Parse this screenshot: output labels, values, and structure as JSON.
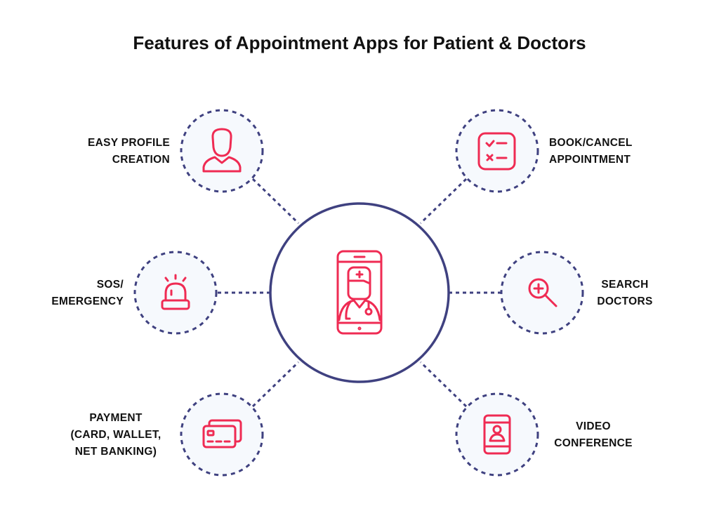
{
  "title": "Features of Appointment Apps for Patient & Doctors",
  "colors": {
    "outline": "#3f4180",
    "icon": "#ef2b53",
    "node_fill": "#f6f9fd"
  },
  "center": {
    "icon": "doctor-phone-icon"
  },
  "features": [
    {
      "id": "profile",
      "lines": [
        "EASY PROFILE",
        "CREATION"
      ],
      "icon": "user-icon"
    },
    {
      "id": "book",
      "lines": [
        "BOOK/CANCEL",
        "APPOINTMENT"
      ],
      "icon": "checklist-icon"
    },
    {
      "id": "sos",
      "lines": [
        "SOS/",
        "EMERGENCY"
      ],
      "icon": "siren-icon"
    },
    {
      "id": "search",
      "lines": [
        "SEARCH",
        "DOCTORS"
      ],
      "icon": "search-plus-icon"
    },
    {
      "id": "payment",
      "lines": [
        "PAYMENT",
        "(CARD, WALLET,",
        "NET BANKING)"
      ],
      "icon": "credit-card-icon"
    },
    {
      "id": "video",
      "lines": [
        "VIDEO",
        "CONFERENCE"
      ],
      "icon": "video-call-icon"
    }
  ]
}
